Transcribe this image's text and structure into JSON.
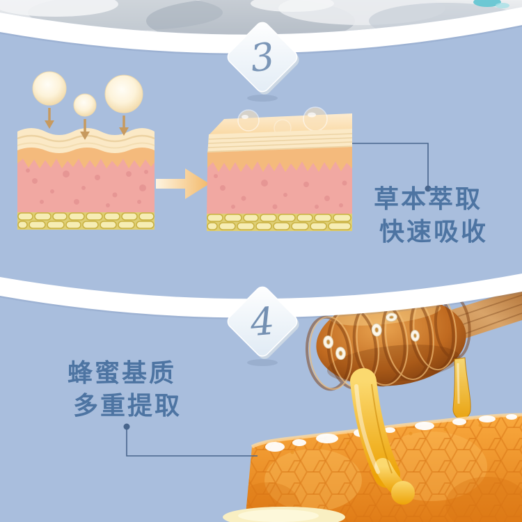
{
  "page": {
    "type": "product-detail-infographic",
    "colors": {
      "background": "#a9bedd",
      "divider_band": "#ffffff",
      "caption_text": "#4d74a2",
      "badge_text": "#7b96b7",
      "honey": "#f2a70a",
      "wood": "#a96a33",
      "honeycomb": "#f39a2e",
      "skin_pink": "#f1a8a2",
      "skin_cream": "#fbe9c6"
    }
  },
  "sections": [
    {
      "id": "step-3",
      "badge_number": "3",
      "caption_line1": "草本萃取",
      "caption_line2": "快速吸收"
    },
    {
      "id": "step-4",
      "badge_number": "4",
      "caption_line1": "蜂蜜基质",
      "caption_line2": "多重提取"
    }
  ]
}
